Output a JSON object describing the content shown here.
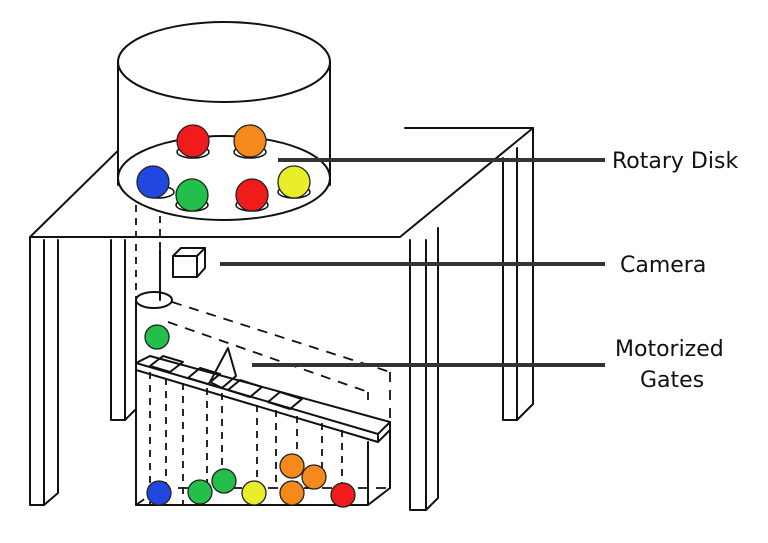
{
  "diagram": {
    "description": "Sketch of a color-sorting machine on a table",
    "labels": {
      "rotary_disk": "Rotary Disk",
      "camera": "Camera",
      "gates_line1": "Motorized",
      "gates_line2": "Gates"
    },
    "colors": {
      "red": "#f01c1c",
      "orange": "#f5891c",
      "blue": "#2247e0",
      "green": "#22c04a",
      "yellow": "#e8ee2a",
      "line": "#111111",
      "leader": "#333333"
    },
    "disk_balls": [
      "red",
      "orange",
      "blue",
      "green",
      "red",
      "yellow"
    ],
    "chute_ball": "green",
    "bin_balls": [
      "blue",
      "green",
      "green",
      "yellow",
      "orange",
      "orange",
      "orange",
      "red"
    ]
  }
}
